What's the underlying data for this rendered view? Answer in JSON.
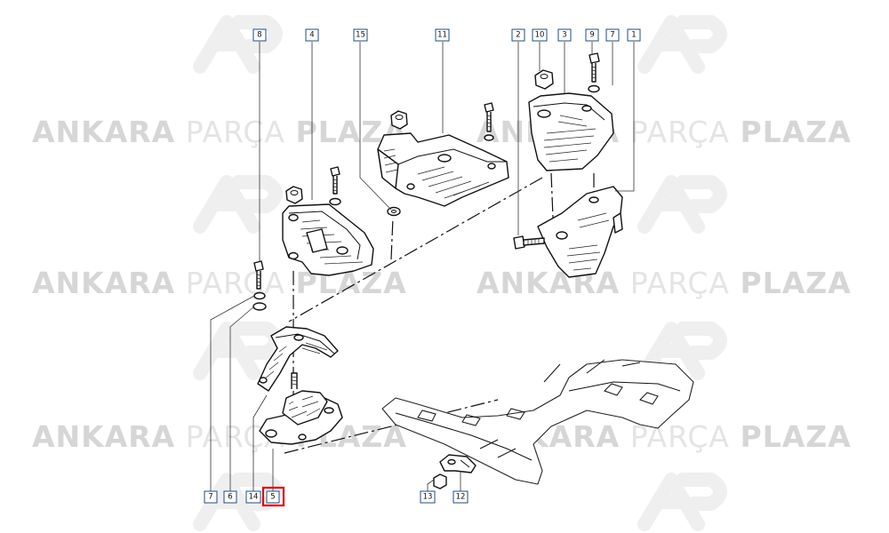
{
  "watermark": {
    "text_bold_1": "ANKARA",
    "text_light": "PARÇA",
    "text_bold_2": "PLAZA",
    "logo_mark": "AP"
  },
  "callouts": {
    "c8": "8",
    "c4": "4",
    "c15": "15",
    "c11": "11",
    "c2": "2",
    "c10": "10",
    "c3": "3",
    "c9": "9",
    "c7top": "7",
    "c1": "1",
    "c7bot": "7",
    "c6": "6",
    "c14": "14",
    "c5": "5",
    "c13": "13",
    "c12": "12"
  },
  "highlighted_part": "5",
  "colors": {
    "highlight": "#e0000f",
    "callout_border": "#1a4f8a",
    "watermark": "#dcdcdc"
  }
}
